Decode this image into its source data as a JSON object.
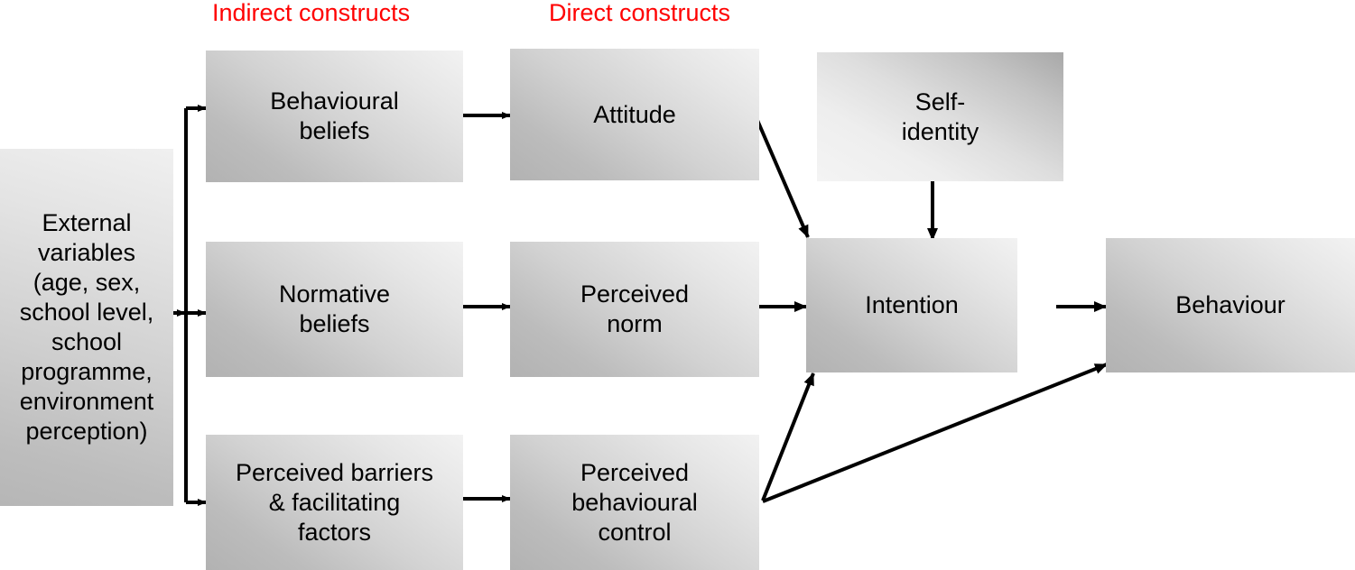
{
  "diagram": {
    "title_bar": {
      "indirect_label": "Indirect constructs",
      "direct_label": "Direct constructs",
      "label_color": "#ff0000"
    },
    "nodes": {
      "external_variables": "External\nvariables\n(age, sex,\nschool level,\nschool\nprogramme,\nenvironment\nperception)",
      "behavioural_beliefs": "Behavioural\nbeliefs",
      "normative_beliefs": "Normative\nbeliefs",
      "perceived_barriers": "Perceived barriers\n& facilitating\nfactors",
      "attitude": "Attitude",
      "perceived_norm": "Perceived\nnorm",
      "perceived_behavioural_control": "Perceived\nbehavioural\ncontrol",
      "self_identity": "Self-\nidentity",
      "intention": "Intention",
      "behaviour": "Behaviour"
    },
    "edges": [
      {
        "name": "external-to-branch",
        "from": "external_variables",
        "to": "branch-bus"
      },
      {
        "name": "branch-to-behavioural-beliefs",
        "from": "branch-bus",
        "to": "behavioural_beliefs"
      },
      {
        "name": "branch-to-normative-beliefs",
        "from": "branch-bus",
        "to": "normative_beliefs"
      },
      {
        "name": "branch-to-perceived-barriers",
        "from": "branch-bus",
        "to": "perceived_barriers"
      },
      {
        "name": "behavioural-beliefs-to-attitude",
        "from": "behavioural_beliefs",
        "to": "attitude"
      },
      {
        "name": "normative-beliefs-to-perceived-norm",
        "from": "normative_beliefs",
        "to": "perceived_norm"
      },
      {
        "name": "perceived-barriers-to-pbc",
        "from": "perceived_barriers",
        "to": "perceived_behavioural_control"
      },
      {
        "name": "attitude-to-intention",
        "from": "attitude",
        "to": "intention"
      },
      {
        "name": "perceived-norm-to-intention",
        "from": "perceived_norm",
        "to": "intention"
      },
      {
        "name": "pbc-to-intention",
        "from": "perceived_behavioural_control",
        "to": "intention"
      },
      {
        "name": "pbc-to-behaviour",
        "from": "perceived_behavioural_control",
        "to": "behaviour"
      },
      {
        "name": "self-identity-to-intention",
        "from": "self_identity",
        "to": "intention"
      },
      {
        "name": "intention-to-behaviour",
        "from": "intention",
        "to": "behaviour"
      }
    ],
    "stroke_color": "#000000"
  }
}
